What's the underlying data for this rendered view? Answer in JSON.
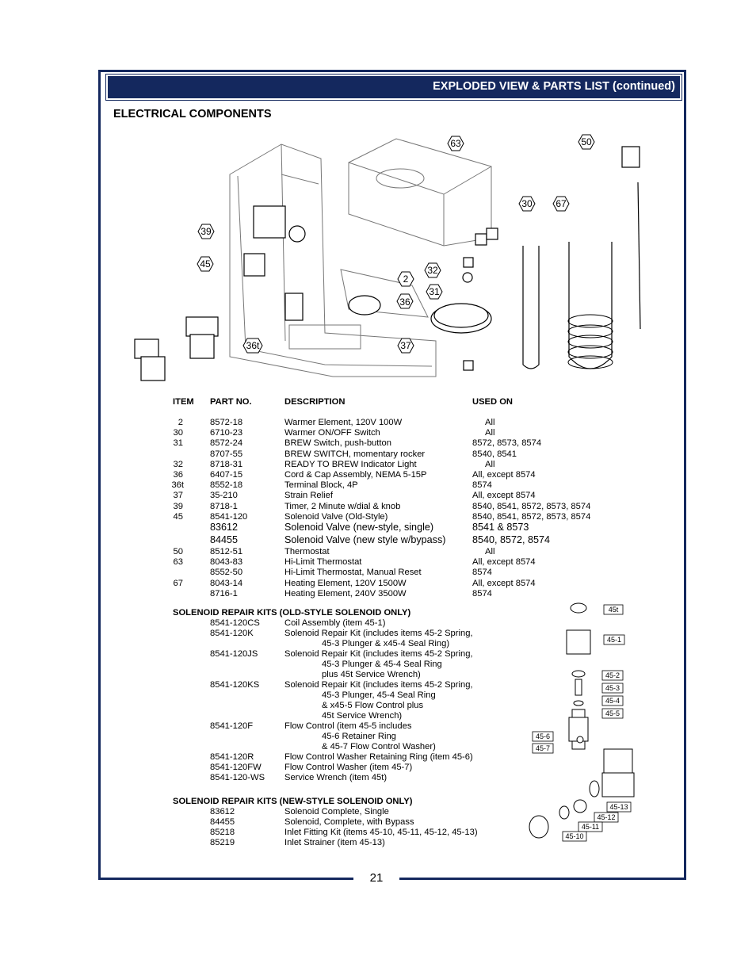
{
  "header": {
    "title": "EXPLODED VIEW & PARTS LIST (continued)"
  },
  "section": {
    "title": "ELECTRICAL COMPONENTS"
  },
  "callouts": [
    "63",
    "50",
    "39",
    "30",
    "67",
    "45",
    "2",
    "32",
    "31",
    "36",
    "36t",
    "37"
  ],
  "table": {
    "headers": {
      "item": "ITEM",
      "part": "PART NO.",
      "desc": "DESCRIPTION",
      "used": "USED ON"
    },
    "rows": [
      {
        "item": "2",
        "part": "8572-18",
        "desc": "Warmer Element, 120V 100W",
        "used": "All"
      },
      {
        "item": "30",
        "part": "6710-23",
        "desc": "Warmer ON/OFF Switch",
        "used": "All"
      },
      {
        "item": "31",
        "part": "8572-24",
        "desc": "BREW Switch, push-button",
        "used": "8572, 8573, 8574"
      },
      {
        "item": "",
        "part": "8707-55",
        "desc": "BREW SWITCH, momentary rocker",
        "used": "8540, 8541"
      },
      {
        "item": "32",
        "part": "8718-31",
        "desc": "READY TO BREW Indicator Light",
        "used": "All"
      },
      {
        "item": "36",
        "part": "6407-15",
        "desc": "Cord & Cap Assembly, NEMA 5-15P",
        "used": "All, except 8574"
      },
      {
        "item": "36t",
        "part": "8552-18",
        "desc": "Terminal Block, 4P",
        "used": "8574"
      },
      {
        "item": "37",
        "part": "35-210",
        "desc": "Strain Relief",
        "used": "All, except 8574"
      },
      {
        "item": "39",
        "part": "8718-1",
        "desc": "Timer, 2 Minute w/dial & knob",
        "used": "8540, 8541, 8572, 8573, 8574"
      },
      {
        "item": "45",
        "part": "8541-120",
        "desc": "Solenoid Valve (Old-Style)",
        "used": "8540, 8541, 8572, 8573, 8574"
      },
      {
        "item": "",
        "part": "83612",
        "desc": "Solenoid Valve (new-style, single)",
        "used": "8541 & 8573",
        "big": true
      },
      {
        "item": "",
        "part": "84455",
        "desc": "Solenoid Valve (new style w/bypass)",
        "used": "8540, 8572, 8574",
        "big": true
      },
      {
        "item": "50",
        "part": "8512-51",
        "desc": "Thermostat",
        "used": "All"
      },
      {
        "item": "63",
        "part": "8043-83",
        "desc": "Hi-Limit Thermostat",
        "used": "All, except 8574"
      },
      {
        "item": "",
        "part": "8552-50",
        "desc": "Hi-Limit Thermostat, Manual Reset",
        "used": "8574"
      },
      {
        "item": "67",
        "part": "8043-14",
        "desc": "Heating Element, 120V 1500W",
        "used": "All, except 8574"
      },
      {
        "item": "",
        "part": "8716-1",
        "desc": "Heating Element, 240V 3500W",
        "used": "8574"
      }
    ]
  },
  "kits_old": {
    "title": "SOLENOID REPAIR KITS (OLD-STYLE SOLENOID ONLY)",
    "rows": [
      {
        "part": "8541-120CS",
        "lines": [
          "Coil Assembly (item 45-1)"
        ]
      },
      {
        "part": "8541-120K",
        "lines": [
          "Solenoid Repair Kit (includes items 45-2 Spring,",
          "45-3 Plunger & x45-4 Seal Ring)"
        ]
      },
      {
        "part": "8541-120JS",
        "lines": [
          "Solenoid Repair Kit (includes items 45-2 Spring,",
          "45-3 Plunger & 45-4 Seal Ring",
          "plus 45t Service Wrench)"
        ]
      },
      {
        "part": "8541-120KS",
        "lines": [
          "Solenoid Repair Kit (includes items 45-2 Spring,",
          "45-3 Plunger, 45-4 Seal Ring",
          "& x45-5 Flow Control plus",
          "45t Service Wrench)"
        ]
      },
      {
        "part": "8541-120F",
        "lines": [
          "Flow Control (item 45-5 includes",
          "45-6 Retainer Ring",
          "& 45-7 Flow Control Washer)"
        ]
      },
      {
        "part": "8541-120R",
        "lines": [
          "Flow Control Washer Retaining Ring (item 45-6)"
        ]
      },
      {
        "part": "8541-120FW",
        "lines": [
          "Flow Control Washer (item 45-7)"
        ]
      },
      {
        "part": "8541-120-WS",
        "lines": [
          "Service Wrench (item 45t)"
        ]
      }
    ]
  },
  "kits_new": {
    "title": "SOLENOID REPAIR KITS (NEW-STYLE SOLENOID ONLY)",
    "rows": [
      {
        "part": "83612",
        "lines": [
          "Solenoid Complete, Single"
        ]
      },
      {
        "part": "84455",
        "lines": [
          "Solenoid, Complete, with Bypass"
        ]
      },
      {
        "part": "85218",
        "lines": [
          "Inlet Fitting Kit (items 45-10, 45-11, 45-12, 45-13)"
        ]
      },
      {
        "part": "85219",
        "lines": [
          "Inlet Strainer (item 45-13)"
        ]
      }
    ]
  },
  "solenoid_labels": [
    "45t",
    "45-1",
    "45-2",
    "45-3",
    "45-4",
    "45-5",
    "45-6",
    "45-7",
    "45-13",
    "45-12",
    "45-11",
    "45-10"
  ],
  "page_number": "21"
}
